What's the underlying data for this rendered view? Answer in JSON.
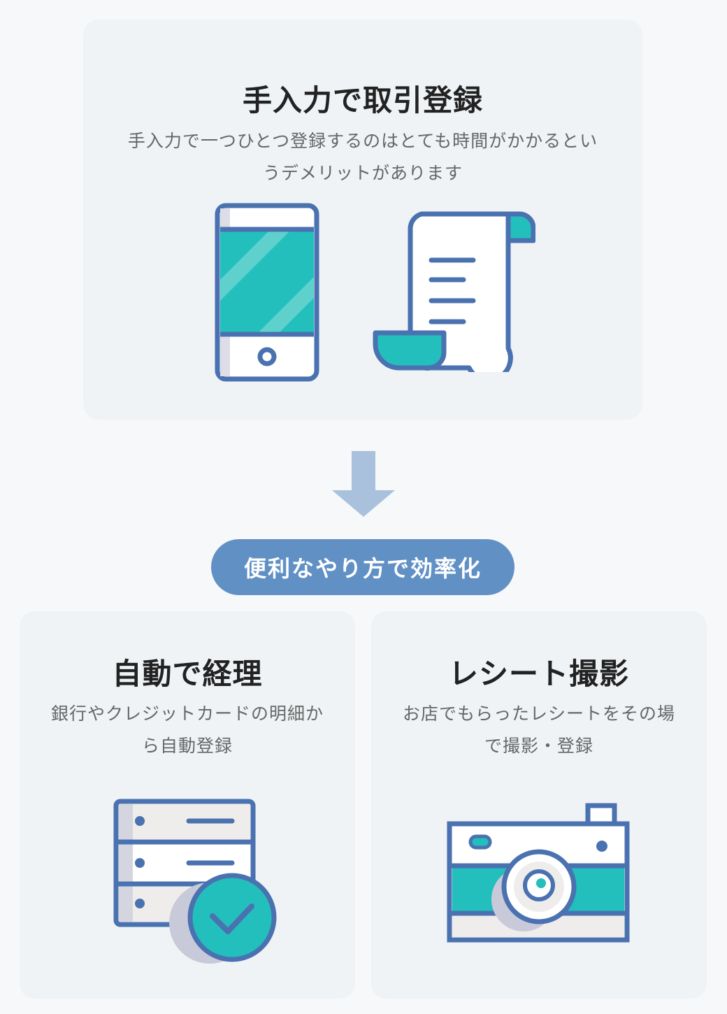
{
  "manual": {
    "title": "手入力で取引登録",
    "description": "手入力で一つひとつ登録するのはとても時間がかかるというデメリットがあります",
    "icons": [
      "smartphone-icon",
      "receipt-scroll-icon"
    ]
  },
  "transition": {
    "arrow_icon": "arrow-down-icon",
    "label": "便利なやり方で効率化"
  },
  "features": [
    {
      "title": "自動で経理",
      "description": "銀行やクレジットカードの明細から自動登録",
      "icon": "server-check-icon"
    },
    {
      "title": "レシート撮影",
      "description": "お店でもらったレシートをその場で撮影・登録",
      "icon": "camera-icon"
    }
  ],
  "colors": {
    "teal": "#23bfbd",
    "outline": "#4a72b0",
    "pill": "#6190c5",
    "arrow": "#a9c1dd",
    "card": "#eff3f6"
  }
}
